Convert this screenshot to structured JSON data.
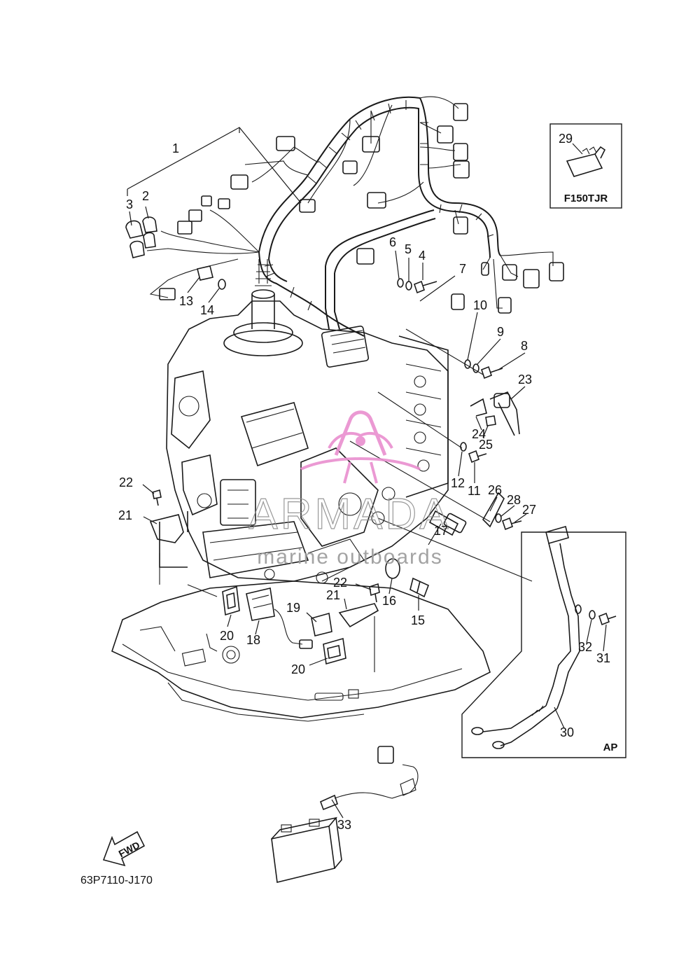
{
  "diagram": {
    "code": "63P7110-J170",
    "fwd_label": "FWD",
    "inset_f150": {
      "label": "F150TJR",
      "part": "29"
    },
    "inset_ap": {
      "label": "AP",
      "parts": [
        "30",
        "31",
        "32"
      ]
    },
    "watermark": {
      "brand": "ARMADA",
      "tagline": "marine outboards"
    },
    "callouts": [
      "1",
      "2",
      "3",
      "4",
      "5",
      "6",
      "7",
      "8",
      "9",
      "10",
      "11",
      "12",
      "13",
      "14",
      "15",
      "16",
      "17",
      "18",
      "19",
      "20",
      "20",
      "21",
      "21",
      "22",
      "22",
      "23",
      "24",
      "25",
      "26",
      "27",
      "28",
      "29",
      "30",
      "31",
      "32",
      "33"
    ]
  }
}
